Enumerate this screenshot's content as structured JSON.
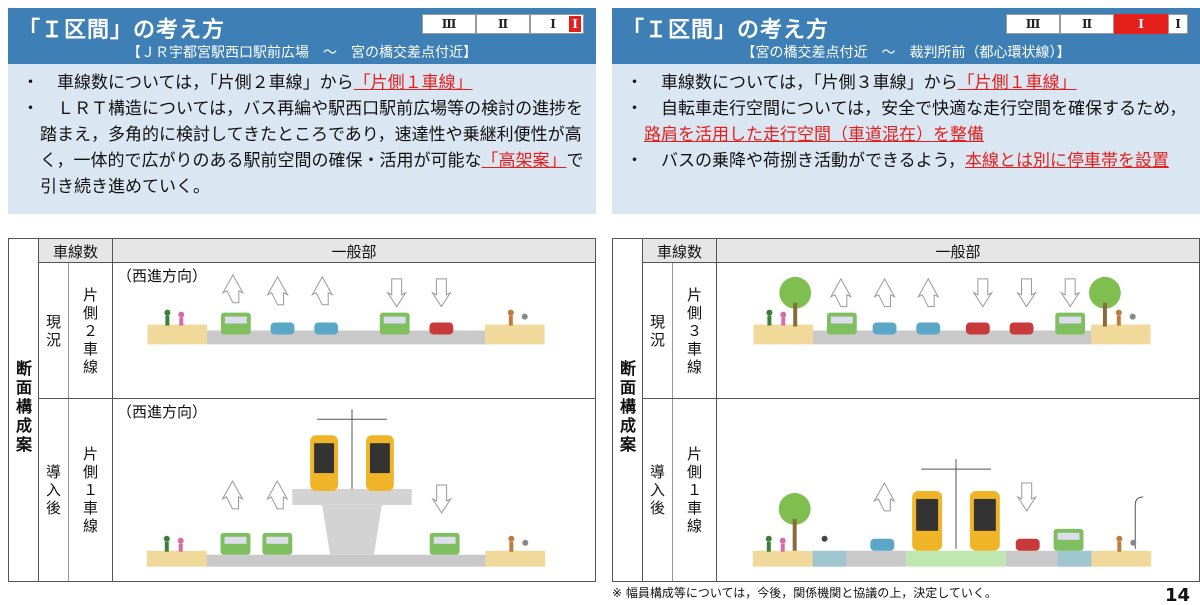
{
  "left": {
    "title": "「Ｉ区間」の考え方",
    "subtitle": "【ＪＲ宇都宮駅西口駅前広場　～　宮の橋交差点付近】",
    "tabs": [
      "Ⅲ",
      "Ⅱ",
      "Ⅰ"
    ],
    "tab_marker": "Ⅰ",
    "bullets": [
      {
        "dot": "・",
        "pre": "　車線数については，「片側２車線」から",
        "hl": "「片側１車線」",
        "post": ""
      },
      {
        "dot": "・",
        "pre": "　ＬＲＴ構造については，バス再編や駅西口駅前広場等の検討の進捗を踏まえ，多角的に検討してきたところであり，速達性や乗継利便性が高く，一体的で広がりのある駅前空間の確保・活用が可能な",
        "hl": "「高架案」",
        "post": "で引き続き進めていく。"
      }
    ],
    "table": {
      "corner": "断面構成案",
      "lanes_header": "車線数",
      "general_header": "一般部",
      "rows": [
        {
          "state": "現況",
          "lanes": "片側２車線",
          "direction": "（西進方向）"
        },
        {
          "state": "導入後",
          "lanes": "片側１車線",
          "direction": "（西進方向）"
        }
      ]
    }
  },
  "right": {
    "title": "「Ｉ区間」の考え方",
    "subtitle": "【宮の橋交差点付近　～　裁判所前（都心環状線）】",
    "tabs": [
      "Ⅲ",
      "Ⅱ",
      "Ⅰ",
      "Ⅰ"
    ],
    "bullets": [
      {
        "dot": "・",
        "pre": "　車線数については，「片側３車線」から",
        "hl": "「片側１車線」",
        "post": ""
      },
      {
        "dot": "・",
        "pre": "　自転車走行空間については，安全で快適な走行空間を確保するため，",
        "hl": "路肩を活用した走行空間（車道混在）を整備",
        "post": ""
      },
      {
        "dot": "・",
        "pre": "　バスの乗降や荷捌き活動ができるよう，",
        "hl": "本線とは別に停車帯を設置",
        "post": ""
      }
    ],
    "table": {
      "corner": "断面構成案",
      "lanes_header": "車線数",
      "general_header": "一般部",
      "rows": [
        {
          "state": "現況",
          "lanes": "片側３車線"
        },
        {
          "state": "導入後",
          "lanes": "片側１車線"
        }
      ]
    }
  },
  "footnote": "※ 幅員構成等については，今後，関係機関と協議の上，決定していく。",
  "page_number": "14",
  "colors": {
    "header": "#3e7fb6",
    "bullet_bg": "#dbe6f3",
    "highlight": "#e5201c",
    "sidewalk": "#f0d99a",
    "road": "#c9c9c9",
    "lrt_lane": "#bfe8b0",
    "bike_lane": "#9fc5cf"
  }
}
